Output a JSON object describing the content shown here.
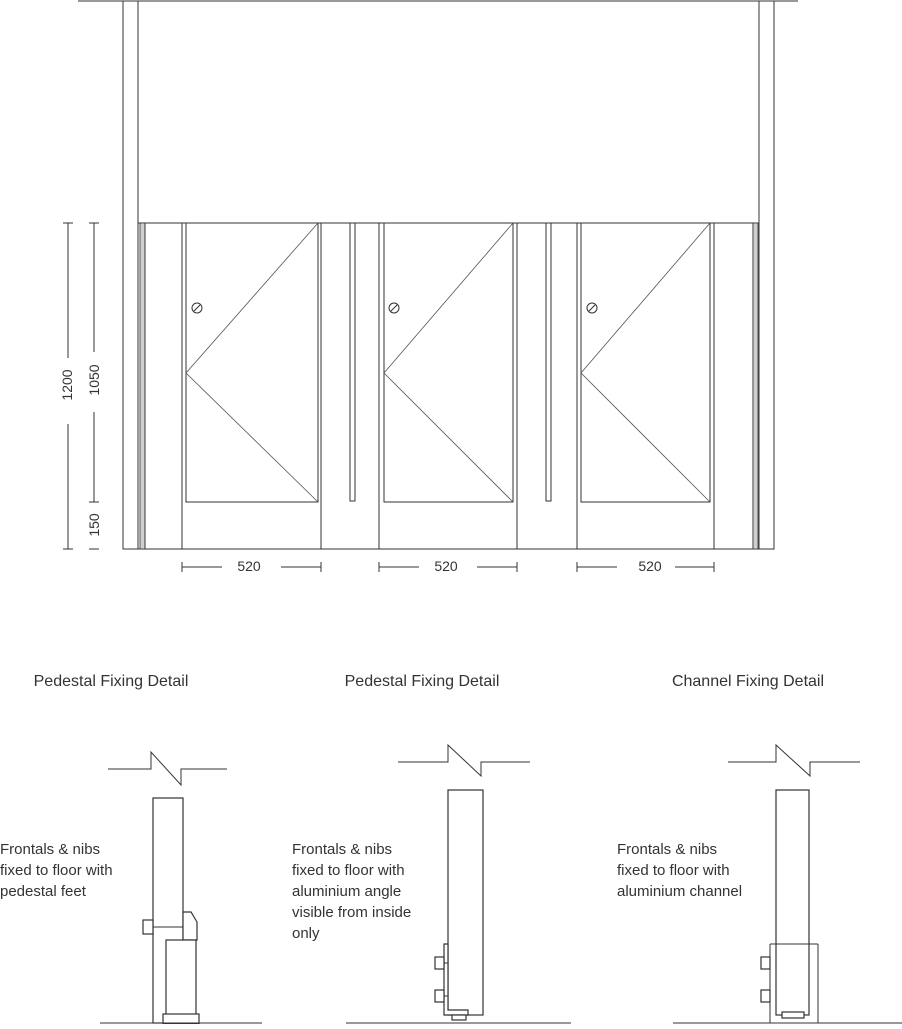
{
  "elevation": {
    "widths": [
      "520",
      "520",
      "520"
    ],
    "heights": {
      "overall": "1200",
      "door": "1050",
      "gap": "150"
    }
  },
  "details": [
    {
      "title": "Pedestal Fixing Detail",
      "note": [
        "Frontals & nibs",
        "fixed to floor with",
        "pedestal feet"
      ]
    },
    {
      "title": "Pedestal Fixing Detail",
      "note": [
        "Frontals & nibs",
        "fixed to floor with",
        "aluminium angle",
        "visible from inside",
        "only"
      ]
    },
    {
      "title": "Channel Fixing Detail",
      "note": [
        "Frontals & nibs",
        "fixed to floor with",
        "aluminium channel"
      ]
    }
  ],
  "colors": {
    "line": "#333333",
    "infill": "#cfcfcf"
  }
}
